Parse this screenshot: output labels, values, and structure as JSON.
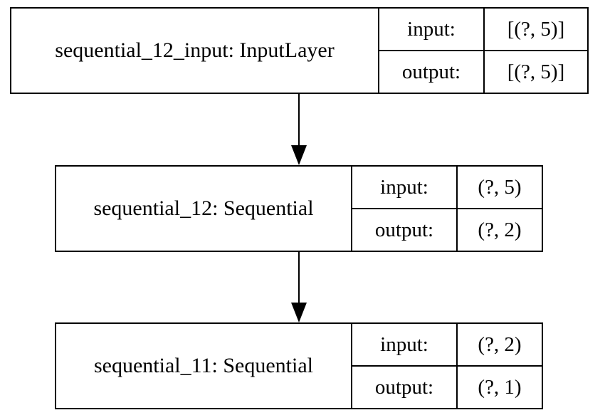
{
  "nodes": [
    {
      "title": "sequential_12_input: InputLayer",
      "input_label": "input:",
      "input_shape": "[(?, 5)]",
      "output_label": "output:",
      "output_shape": "[(?, 5)]"
    },
    {
      "title": "sequential_12: Sequential",
      "input_label": "input:",
      "input_shape": "(?, 5)",
      "output_label": "output:",
      "output_shape": "(?, 2)"
    },
    {
      "title": "sequential_11: Sequential",
      "input_label": "input:",
      "input_shape": "(?, 2)",
      "output_label": "output:",
      "output_shape": "(?, 1)"
    }
  ],
  "colors": {
    "stroke": "#000000",
    "background": "#ffffff"
  }
}
